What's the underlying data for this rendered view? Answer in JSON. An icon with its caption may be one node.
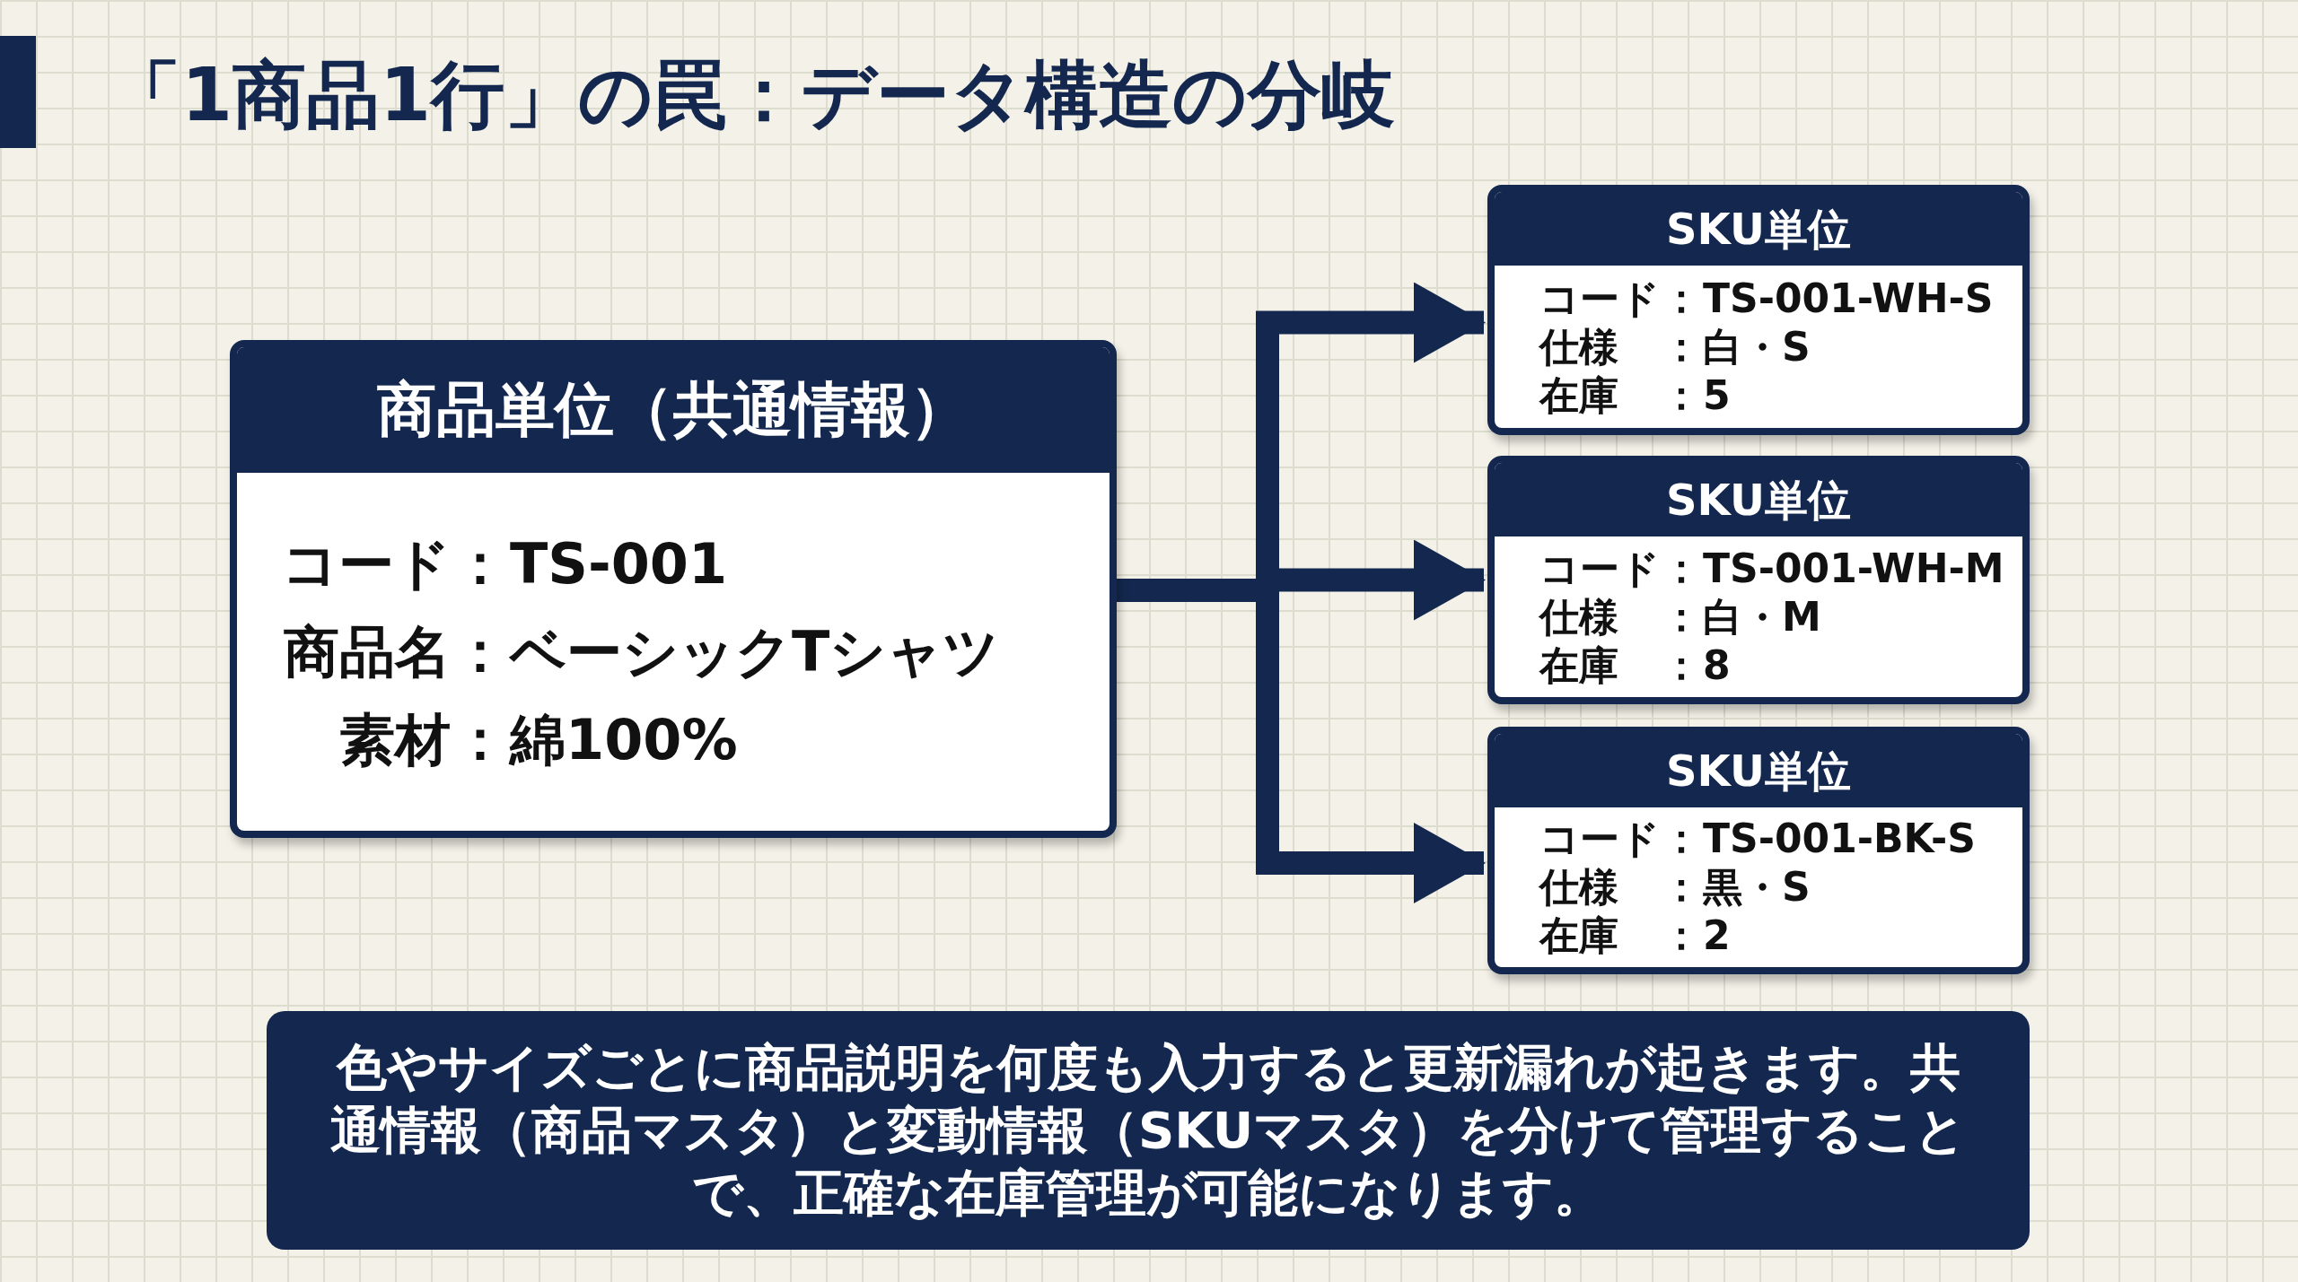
{
  "diagram": {
    "title": "「1商品1行」の罠：データ構造の分岐",
    "nodes": [
      {
        "text": [
          "商品単位（共通情報）",
          "コード：TS-001",
          "商品名：ベーシックTシャツ",
          "素材：綿100%"
        ]
      },
      {
        "text": [
          "SKU単位",
          "コード：TS-001-WH-S",
          "仕様：白・S",
          "在庫：5"
        ]
      },
      {
        "text": [
          "SKU単位",
          "コード：TS-001-WH-M",
          "仕様：白・M",
          "在庫：8"
        ]
      },
      {
        "text": [
          "SKU単位",
          "コード：TS-001-BK-S",
          "仕様：黒・S",
          "在庫：2"
        ]
      },
      {
        "text": [
          "色やサイズごとに商品説明を何度も入力すると更新漏れが起きます。共通情報（商品マスタ）と変動情報（SKUマスタ）を分けて管理することで、正確な在庫管理が可能になります。"
        ]
      }
    ],
    "edges": [
      {
        "from": 0,
        "to": 1,
        "arrow": "to"
      },
      {
        "from": 0,
        "to": 2,
        "arrow": "to"
      },
      {
        "from": 0,
        "to": 3,
        "arrow": "to"
      }
    ]
  }
}
